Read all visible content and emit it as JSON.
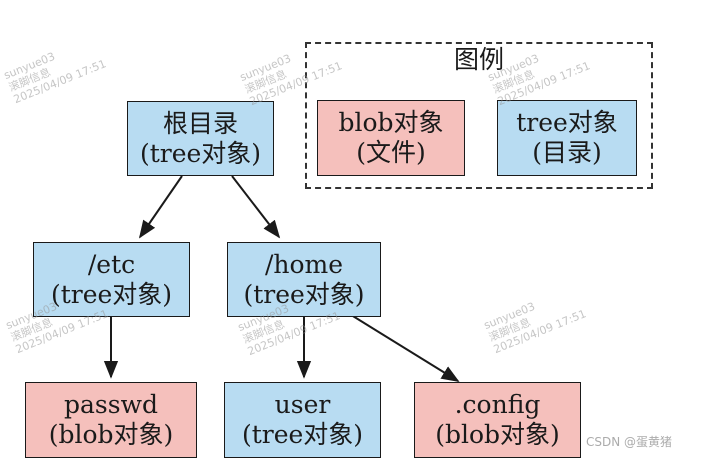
{
  "legend": {
    "title": "图例",
    "blob": {
      "line1": "blob对象",
      "line2": "(文件)"
    },
    "tree": {
      "line1": "tree对象",
      "line2": "(目录)"
    }
  },
  "nodes": {
    "root": {
      "line1": "根目录",
      "line2": "(tree对象)",
      "kind": "tree"
    },
    "etc": {
      "line1": "/etc",
      "line2": "(tree对象)",
      "kind": "tree"
    },
    "home": {
      "line1": "/home",
      "line2": "(tree对象)",
      "kind": "tree"
    },
    "passwd": {
      "line1": "passwd",
      "line2": "(blob对象)",
      "kind": "blob"
    },
    "user": {
      "line1": "user",
      "line2": "(tree对象)",
      "kind": "tree"
    },
    "config": {
      "line1": ".config",
      "line2": "(blob对象)",
      "kind": "blob"
    }
  },
  "edges": [
    {
      "from": "root",
      "to": "etc"
    },
    {
      "from": "root",
      "to": "home"
    },
    {
      "from": "etc",
      "to": "passwd"
    },
    {
      "from": "home",
      "to": "user"
    },
    {
      "from": "home",
      "to": "config"
    }
  ],
  "colors": {
    "tree": "#b8dcf2",
    "blob": "#f5c0bc",
    "stroke": "#1a1a1a"
  },
  "watermark": {
    "line1": "sunyue03",
    "line2": "滚脚信息",
    "line3": "2025/04/09 17:51",
    "footer": "CSDN @蛋黄猪"
  }
}
